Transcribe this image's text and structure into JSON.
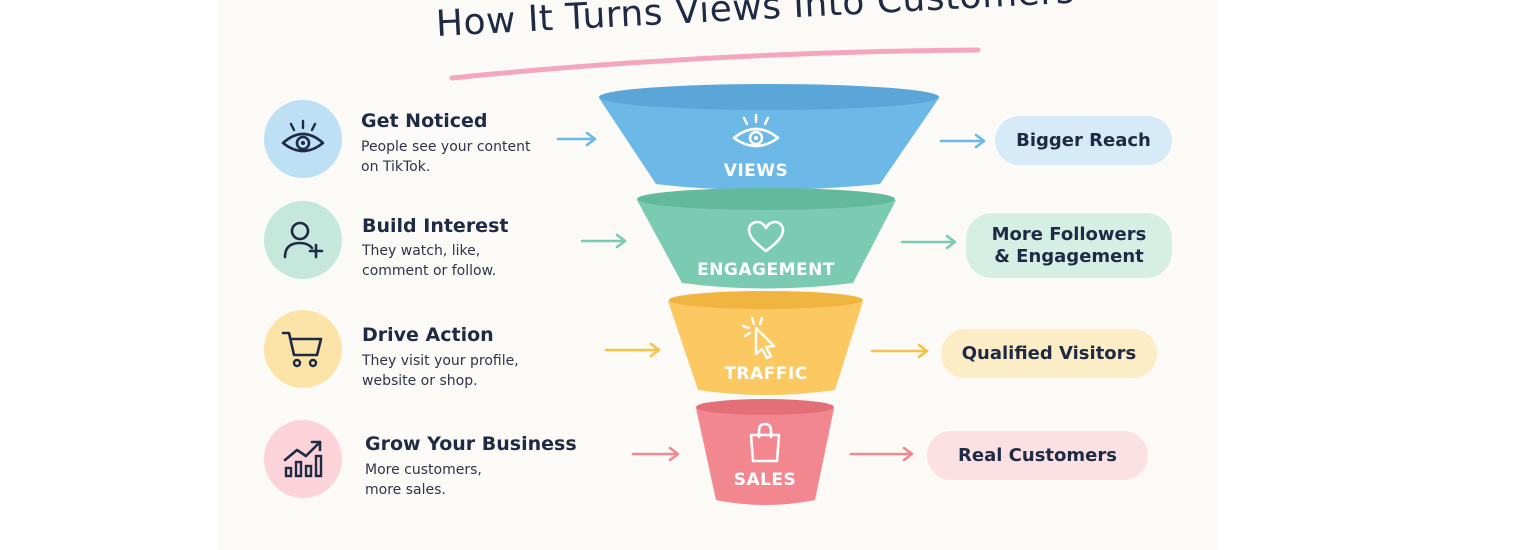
{
  "title": "How It Turns Views Into Customers",
  "steps": [
    {
      "title": "Get Noticed",
      "desc": [
        "People see your content",
        "on TikTok."
      ],
      "icon": "eye-icon",
      "color": "#bde0f5"
    },
    {
      "title": "Build Interest",
      "desc": [
        "They watch, like,",
        "comment or follow."
      ],
      "icon": "user-plus-icon",
      "color": "#c6e8dc"
    },
    {
      "title": "Drive Action",
      "desc": [
        "They visit your profile,",
        "website or shop."
      ],
      "icon": "cart-icon",
      "color": "#fce4a8"
    },
    {
      "title": "Grow Your Business",
      "desc": [
        "More customers,",
        "more sales."
      ],
      "icon": "growth-chart-icon",
      "color": "#fbd3d8"
    }
  ],
  "funnel": [
    {
      "label": "VIEWS",
      "icon": "eye-icon",
      "color": "#6cb8e6",
      "rim": "#5aa6d8"
    },
    {
      "label": "ENGAGEMENT",
      "icon": "heart-icon",
      "color": "#7acbb1",
      "rim": "#62b99c"
    },
    {
      "label": "TRAFFIC",
      "icon": "cursor-click-icon",
      "color": "#fcc862",
      "rim": "#f0b540"
    },
    {
      "label": "SALES",
      "icon": "shopping-bag-icon",
      "color": "#f2878f",
      "rim": "#e36f79"
    }
  ],
  "results": [
    {
      "lines": [
        "Bigger Reach"
      ],
      "color": "#d6eaf8"
    },
    {
      "lines": [
        "More Followers",
        "& Engagement"
      ],
      "color": "#d6efe5"
    },
    {
      "lines": [
        "Qualified Visitors"
      ],
      "color": "#fdedc6"
    },
    {
      "lines": [
        "Real Customers"
      ],
      "color": "#fce1e4"
    }
  ],
  "colors": {
    "text": "#1f2a44",
    "underline": "#f4a7bb"
  }
}
